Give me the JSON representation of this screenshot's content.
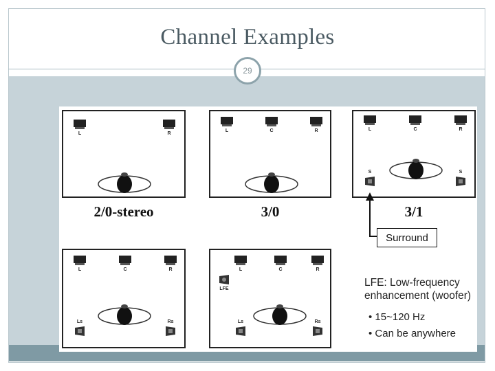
{
  "slide": {
    "title": "Channel Examples",
    "page_number": "29"
  },
  "figure": {
    "panels": [
      {
        "caption": "2/0-stereo",
        "speakers": [
          "L",
          "R"
        ]
      },
      {
        "caption": "3/0",
        "speakers": [
          "L",
          "C",
          "R"
        ]
      },
      {
        "caption": "3/1",
        "speakers": [
          "L",
          "C",
          "R",
          "S",
          "S"
        ]
      },
      {
        "caption": "",
        "speakers": [
          "L",
          "C",
          "R",
          "Ls",
          "Rs"
        ]
      },
      {
        "caption": "",
        "speakers": [
          "LFE",
          "L",
          "C",
          "R",
          "Ls",
          "Rs"
        ]
      }
    ],
    "surround_label": "Surround",
    "lfe_note": "LFE: Low-frequency enhancement (woofer)",
    "bullets": [
      "• 15~120 Hz",
      "• Can be anywhere"
    ]
  },
  "colors": {
    "title_text": "#4a5a62",
    "content_background": "#c6d3d9",
    "footer_bar": "#7f9aa4",
    "accent_border": "#8da3ab"
  }
}
